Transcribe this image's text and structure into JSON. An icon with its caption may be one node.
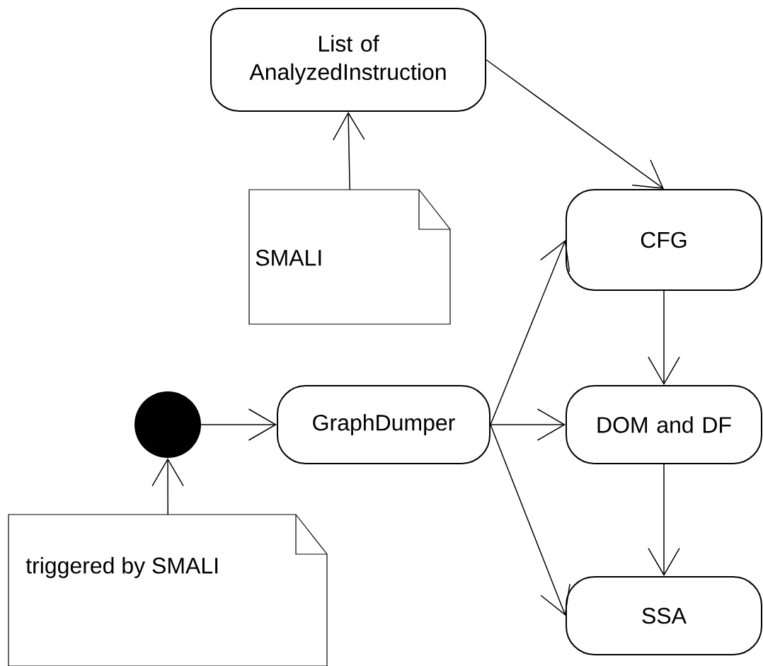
{
  "diagram": {
    "nodes": [
      {
        "text": [
          "List of AnalyzedInstruction"
        ]
      },
      {
        "text": [
          "SMALI"
        ]
      },
      {
        "text": [
          "CFG"
        ]
      },
      {
        "text": [],
        "shape": "circle"
      },
      {
        "text": [
          "GraphDumper"
        ]
      },
      {
        "text": [
          "DOM and DF"
        ]
      },
      {
        "text": [
          "triggered by SMALI"
        ]
      },
      {
        "text": [
          "SSA"
        ]
      }
    ],
    "edges": [
      {
        "from": 1,
        "to": 0,
        "arrow": "to"
      },
      {
        "from": 0,
        "to": 2,
        "arrow": "to"
      },
      {
        "from": 3,
        "to": 4,
        "arrow": "to"
      },
      {
        "from": 4,
        "to": 2,
        "arrow": "to"
      },
      {
        "from": 4,
        "to": 5,
        "arrow": "to"
      },
      {
        "from": 4,
        "to": 7,
        "arrow": "to"
      },
      {
        "from": 2,
        "to": 5,
        "arrow": "to"
      },
      {
        "from": 5,
        "to": 7,
        "arrow": "to"
      },
      {
        "from": 6,
        "to": 3,
        "arrow": "to"
      }
    ]
  }
}
